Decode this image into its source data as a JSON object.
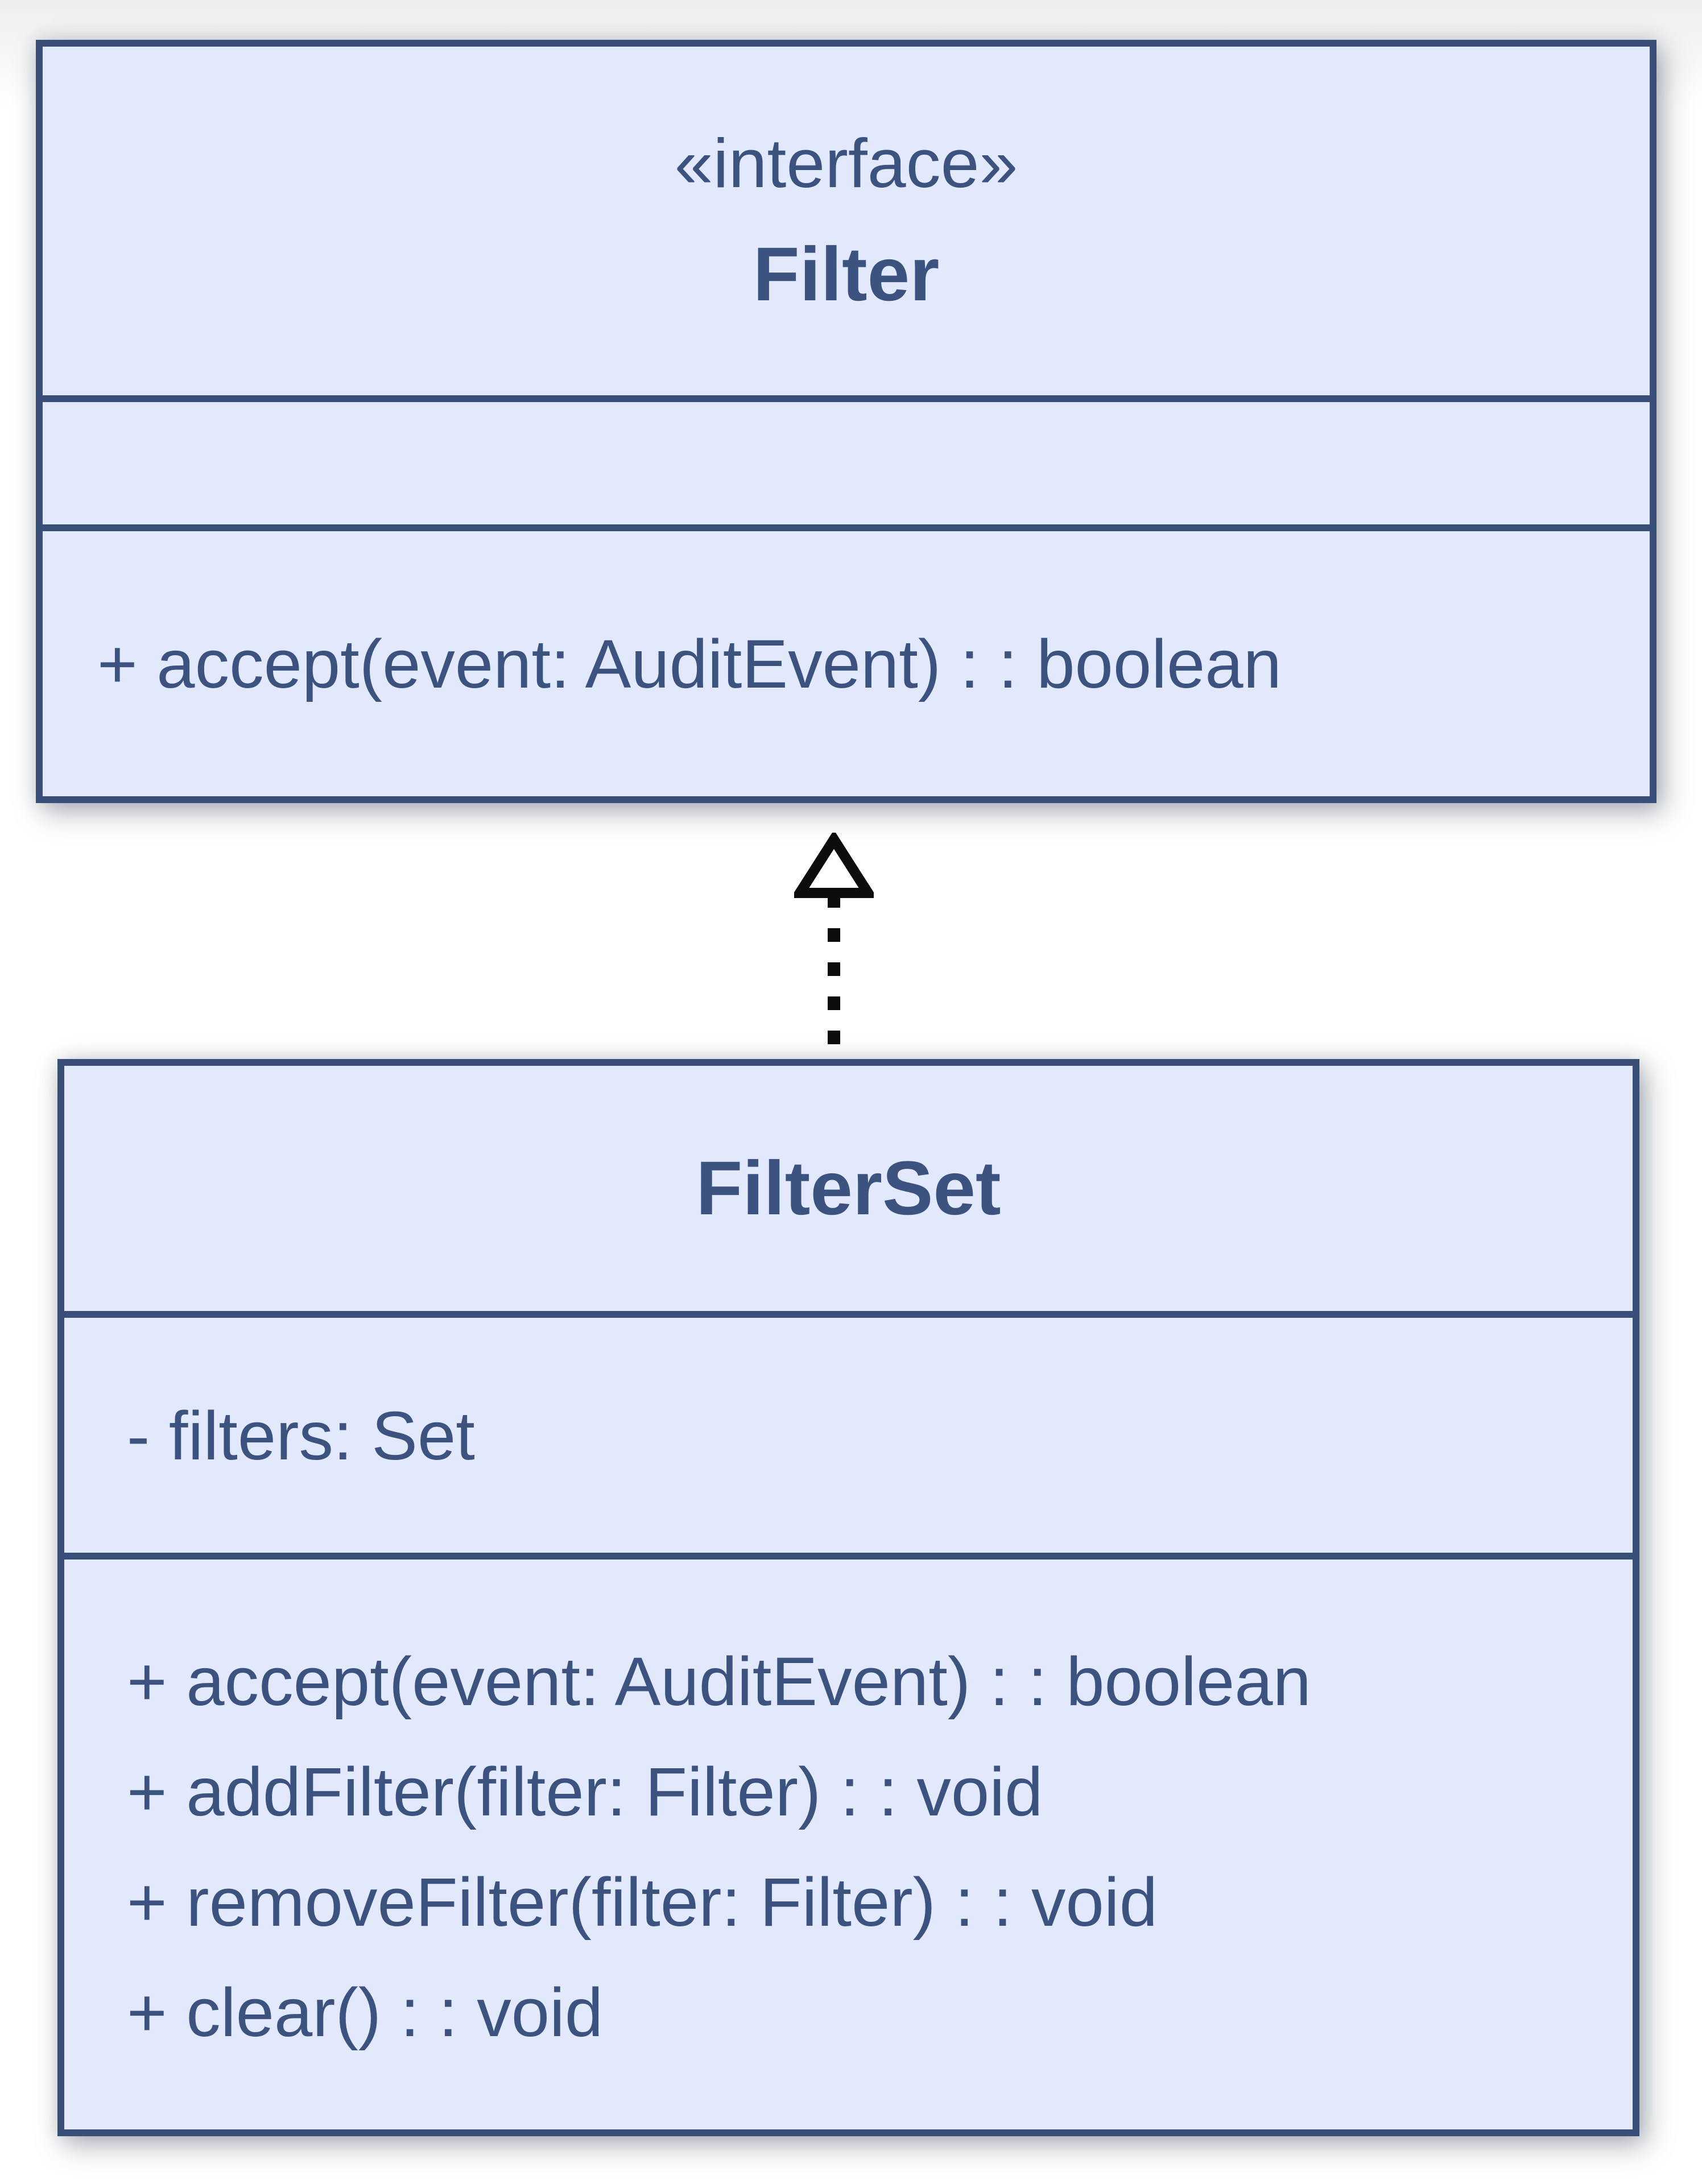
{
  "diagram": {
    "type": "uml-class-diagram",
    "colors": {
      "box_fill": "#e2e9fc",
      "box_border": "#394f7a",
      "text": "#3c5380",
      "arrow": "#0d0d0d",
      "arrowhead_fill": "#ffffff"
    },
    "classes": {
      "filter": {
        "stereotype": "«interface»",
        "name": "Filter",
        "attributes": [],
        "methods": [
          "+ accept(event: AuditEvent) : : boolean"
        ]
      },
      "filterset": {
        "name": "FilterSet",
        "attributes": [
          "- filters: Set"
        ],
        "methods": [
          "+ accept(event: AuditEvent) : : boolean",
          "+ addFilter(filter: Filter) : : void",
          "+ removeFilter(filter: Filter) : : void",
          "+ clear() : : void"
        ]
      }
    },
    "relationship": {
      "type": "realization",
      "from": "FilterSet",
      "to": "Filter"
    }
  }
}
